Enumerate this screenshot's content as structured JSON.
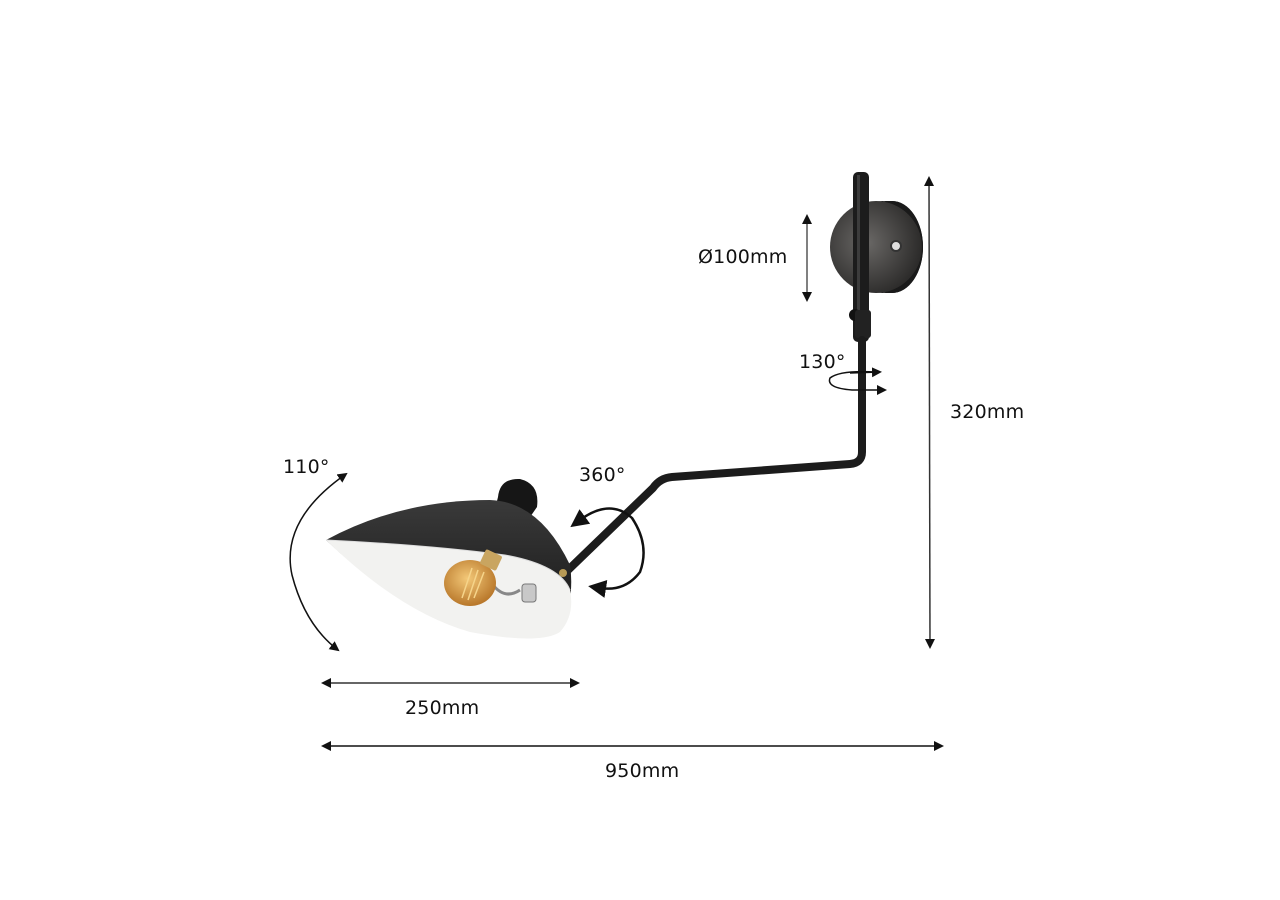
{
  "figure": {
    "subject": "swing-arm wall lamp dimension diagram",
    "colors": {
      "background": "#ffffff",
      "metal": "#1c1c1c",
      "shade_inner": "#f2f2f0",
      "bulb": "#d99a3a",
      "line": "#111111"
    }
  },
  "dimensions": {
    "plate_diameter": "Ø100mm",
    "height": "320mm",
    "shade_width": "250mm",
    "total_length": "950mm"
  },
  "rotations": {
    "shade_tilt": "110°",
    "arm_rotation": "360°",
    "mount_swivel": "130°"
  }
}
